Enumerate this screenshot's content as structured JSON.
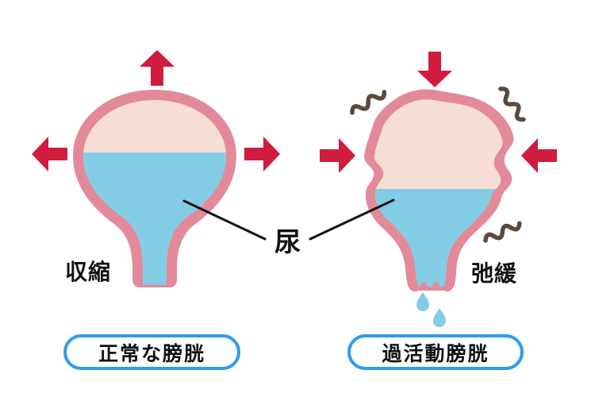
{
  "diagram": {
    "urine_label": "尿",
    "left_panel": {
      "state_label": "収縮",
      "caption": "正常な膀胱"
    },
    "right_panel": {
      "state_label": "弛緩",
      "caption": "過活動膀胱"
    }
  },
  "icons": {
    "outward_arrows": "arrow-up, arrow-left, arrow-right (expansion)",
    "inward_arrows": "arrow-down, arrow-right, arrow-left (compression)",
    "spasm_squiggles": "3 wavy tremor marks",
    "urine_drops": "2 falling drops"
  },
  "colors": {
    "wall_pink": "#e28a9a",
    "inner_pink": "#f6ded5",
    "urine_blue": "#82cde4",
    "arrow_red": "#d01c3e",
    "squiggle_brown": "#5a4a3c",
    "button_border_blue": "#2e9bf0",
    "text_black": "#111111",
    "background": "#ffffff"
  }
}
